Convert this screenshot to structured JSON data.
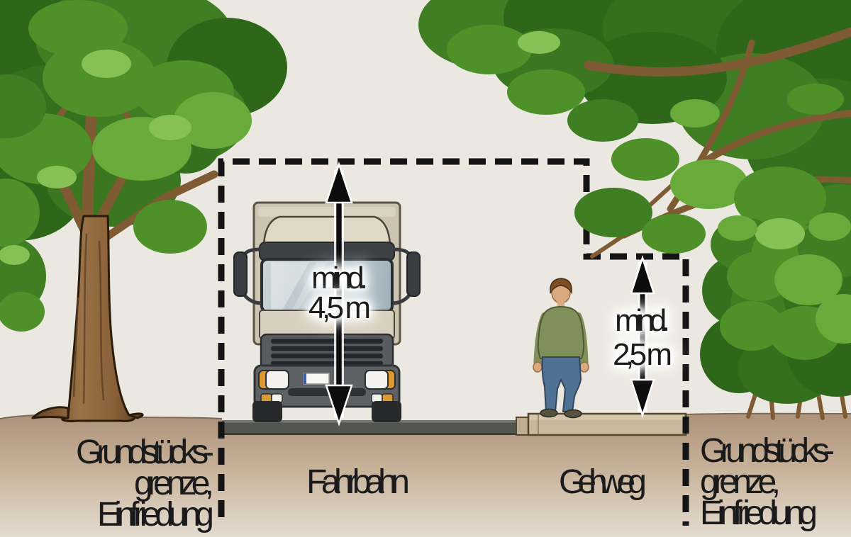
{
  "labels": {
    "clearance_road": {
      "prefix": "mind.",
      "value": "4,5 m"
    },
    "clearance_sidewalk": {
      "prefix": "mind.",
      "value": "2,5 m"
    },
    "road": "Fahrbahn",
    "sidewalk": "Gehweg",
    "boundary_left": {
      "line1": "Grundstücks-",
      "line2": "grenze,",
      "line3": "Einfriedung"
    },
    "boundary_right": {
      "line1": "Grundstücks-",
      "line2": "grenze,",
      "line3": "Einfriedung"
    }
  },
  "colors": {
    "background": "#ebe8e1",
    "text": "#1b1b1b",
    "dashed_outline": "#141414",
    "arrow": "#0d0d0d",
    "road_surface": "#53564f",
    "sidewalk_surface": "#c8b99c",
    "ground_top": "#ab9078",
    "ground_bottom": "#e4dcd0",
    "foliage": "#3f7e22",
    "trunk": "#8a6038",
    "truck_body": "#ccc3b1",
    "sweater": "#80905a",
    "jeans": "#4f7193"
  }
}
